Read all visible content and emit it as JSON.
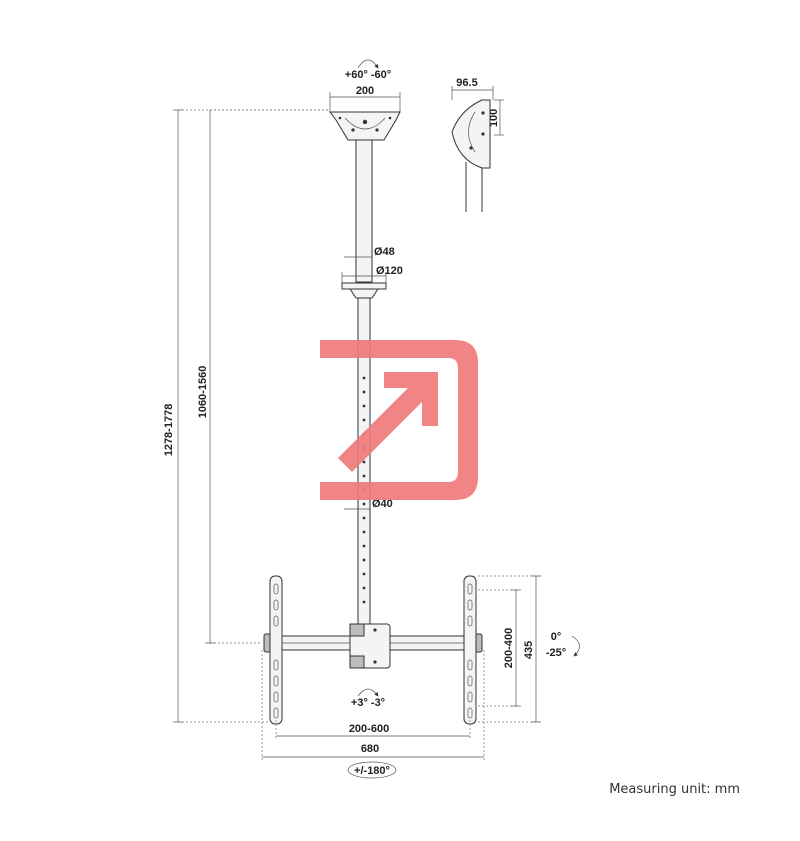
{
  "labels": {
    "ceiling_rotation": "+60° -60°",
    "ceiling_plate_width": "200",
    "side_plate_depth": "96.5",
    "side_plate_height": "100",
    "outer_tube_dia": "Ø48",
    "flange_dia": "Ø120",
    "inner_tube_dia": "Ø40",
    "total_height": "1278-1778",
    "tube_height": "1060-1560",
    "level_adjust": "+3° -3°",
    "vesa_width": "200-600",
    "bracket_width": "680",
    "swivel": "+/-180°",
    "vesa_height": "200-400",
    "bracket_height": "435",
    "tilt": "0°\n-25°",
    "tilt_top": "0°",
    "tilt_bottom": "-25°",
    "measuring_unit": "Measuring unit: mm"
  },
  "colors": {
    "watermark": "#f07a7a",
    "line": "#333333"
  }
}
